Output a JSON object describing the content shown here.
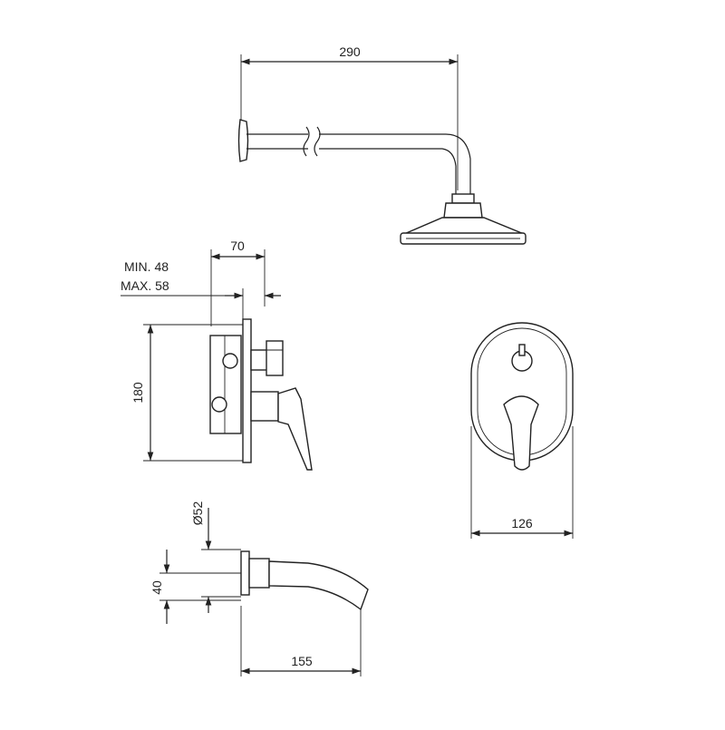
{
  "dimensions": {
    "arm_length": "290",
    "valve_depth": "70",
    "min_depth": "MIN. 48",
    "max_depth": "MAX. 58",
    "plate_height": "180",
    "plate_width": "126",
    "spout_diameter": "Ø52",
    "spout_height": "40",
    "spout_length": "155"
  },
  "colors": {
    "line": "#222222",
    "background": "#ffffff"
  }
}
